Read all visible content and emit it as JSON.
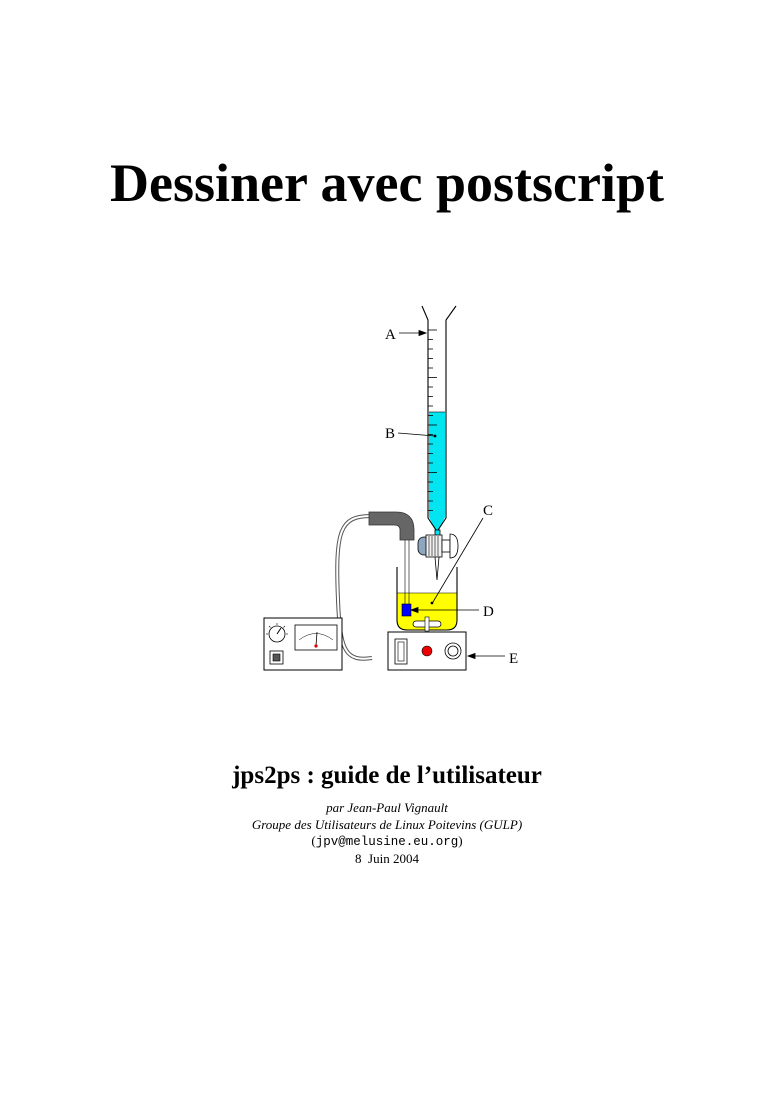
{
  "document": {
    "title": "Dessiner avec postscript",
    "subtitle": "jps2ps : guide de l’utilisateur",
    "author_line": "par Jean-Paul Vignault",
    "affiliation": "Groupe des Utilisateurs de Linux Poitevins (GULP)",
    "email_open": "(",
    "email": "jpv@melusine.eu.org",
    "email_close": ")",
    "date": "8  Juin 2004"
  },
  "figure": {
    "labels": {
      "a": "A",
      "b": "B",
      "c": "C",
      "d": "D",
      "e": "E"
    },
    "colors": {
      "burette_liquid": "#00e5f0",
      "beaker_liquid": "#ffff00",
      "electrode": "#0000ff",
      "indicator_light": "#ee0000",
      "tube": "#666666"
    },
    "icons": [
      "burette",
      "stopcock",
      "beaker",
      "magnetic-stirrer",
      "ph-meter",
      "electrode"
    ]
  }
}
